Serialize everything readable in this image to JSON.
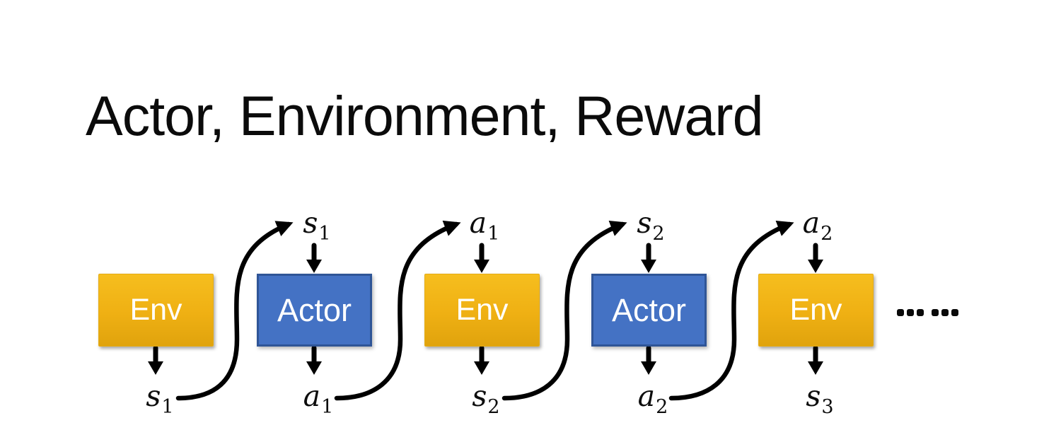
{
  "slide": {
    "title": "Actor, Environment, Reward",
    "ellipsis_dots": 6,
    "colors": {
      "env_top": "#F6BE1E",
      "env_bottom": "#E0A30D",
      "actor_fill": "#4472C4",
      "actor_border": "#2F5597",
      "arrow": "#000000",
      "box_text": "#FFFFFF",
      "title_color": "#0B0B0B"
    },
    "boxes": [
      {
        "label": "Env",
        "type": "env",
        "bottom_label": {
          "base": "s",
          "sub": "1"
        }
      },
      {
        "label": "Actor",
        "type": "actor",
        "top_label": {
          "base": "s",
          "sub": "1"
        },
        "bottom_label": {
          "base": "a",
          "sub": "1"
        }
      },
      {
        "label": "Env",
        "type": "env",
        "top_label": {
          "base": "a",
          "sub": "1"
        },
        "bottom_label": {
          "base": "s",
          "sub": "2"
        }
      },
      {
        "label": "Actor",
        "type": "actor",
        "top_label": {
          "base": "s",
          "sub": "2"
        },
        "bottom_label": {
          "base": "a",
          "sub": "2"
        }
      },
      {
        "label": "Env",
        "type": "env",
        "top_label": {
          "base": "a",
          "sub": "2"
        },
        "bottom_label": {
          "base": "s",
          "sub": "3"
        }
      }
    ]
  }
}
